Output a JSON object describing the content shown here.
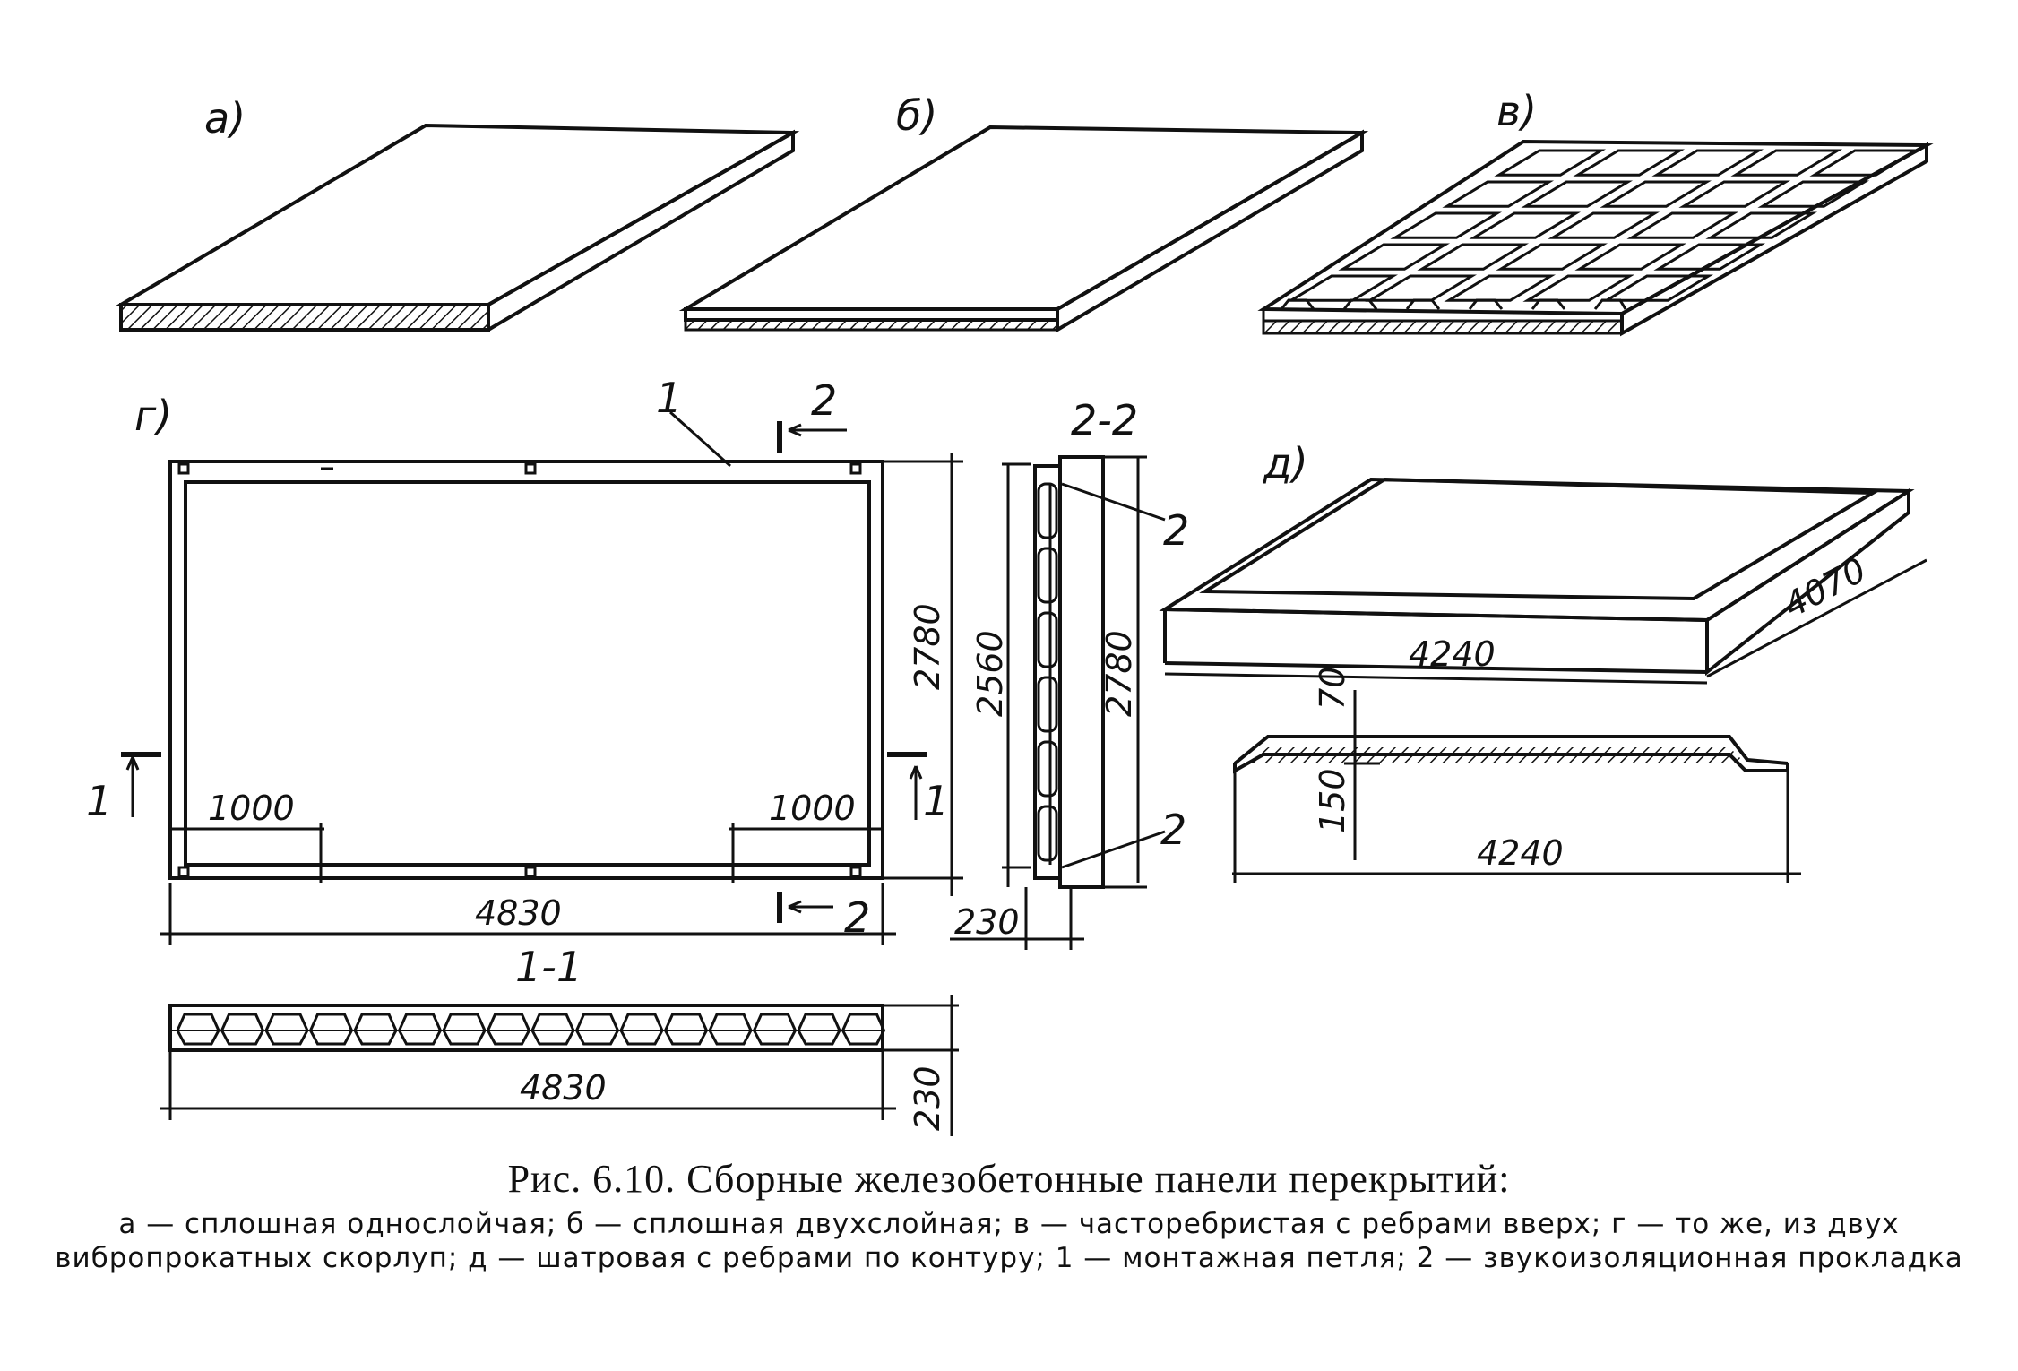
{
  "figure": {
    "panel_labels": {
      "a": "а)",
      "b": "б)",
      "v": "в)",
      "g": "г)",
      "d": "д)"
    },
    "section_labels": {
      "s11": "1-1",
      "s22": "2-2",
      "mark1": "1",
      "mark2": "2"
    },
    "callouts": {
      "loop": "1",
      "pad": "2"
    },
    "dimensions": {
      "g_length": "4830",
      "g_height": "2780",
      "g_left_1000": "1000",
      "g_right_1000": "1000",
      "s22_inner": "2560",
      "s22_outer": "2780",
      "s22_thickness": "230",
      "s11_length": "4830",
      "s11_thickness": "230",
      "d_length": "4240",
      "d_width": "4070",
      "d_top": "70",
      "d_rib": "150",
      "d_section_length": "4240"
    }
  },
  "caption": {
    "title": "Рис. 6.10. Сборные железобетонные панели перекрытий:",
    "description": "а — сплошная однослойчая; б — сплошная двухслойная; в — часторебристая с ребрами вверх; г — то же, из двух вибропрокатных скорлуп; д — шатровая с ребрами по контуру; 1 — монтажная петля; 2 — звукоизоляционная прокладка"
  }
}
